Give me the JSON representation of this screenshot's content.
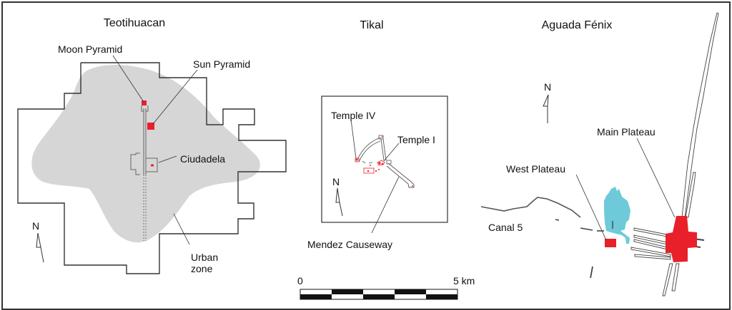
{
  "panels": [
    {
      "title": "Teotihuacan",
      "labels": {
        "moon": "Moon Pyramid",
        "sun": "Sun Pyramid",
        "ciudadela": "Ciudadela",
        "urban1": "Urban",
        "urban2": "zone",
        "north": "N"
      }
    },
    {
      "title": "Tikal",
      "labels": {
        "temple4": "Temple IV",
        "temple1": "Temple I",
        "causeway": "Mendez Causeway",
        "north": "N"
      }
    },
    {
      "title": "Aguada Fénix",
      "labels": {
        "main": "Main Plateau",
        "west": "West Plateau",
        "canal": "Canal 5",
        "north": "N"
      }
    }
  ],
  "scale_bar": {
    "start_label": "0",
    "end_label": "5 km",
    "segments": 5
  },
  "colors": {
    "monument": "#e8202a",
    "urban_zone": "#d6d6d6",
    "reservoir": "#6ecad8",
    "outline": "#333333"
  }
}
